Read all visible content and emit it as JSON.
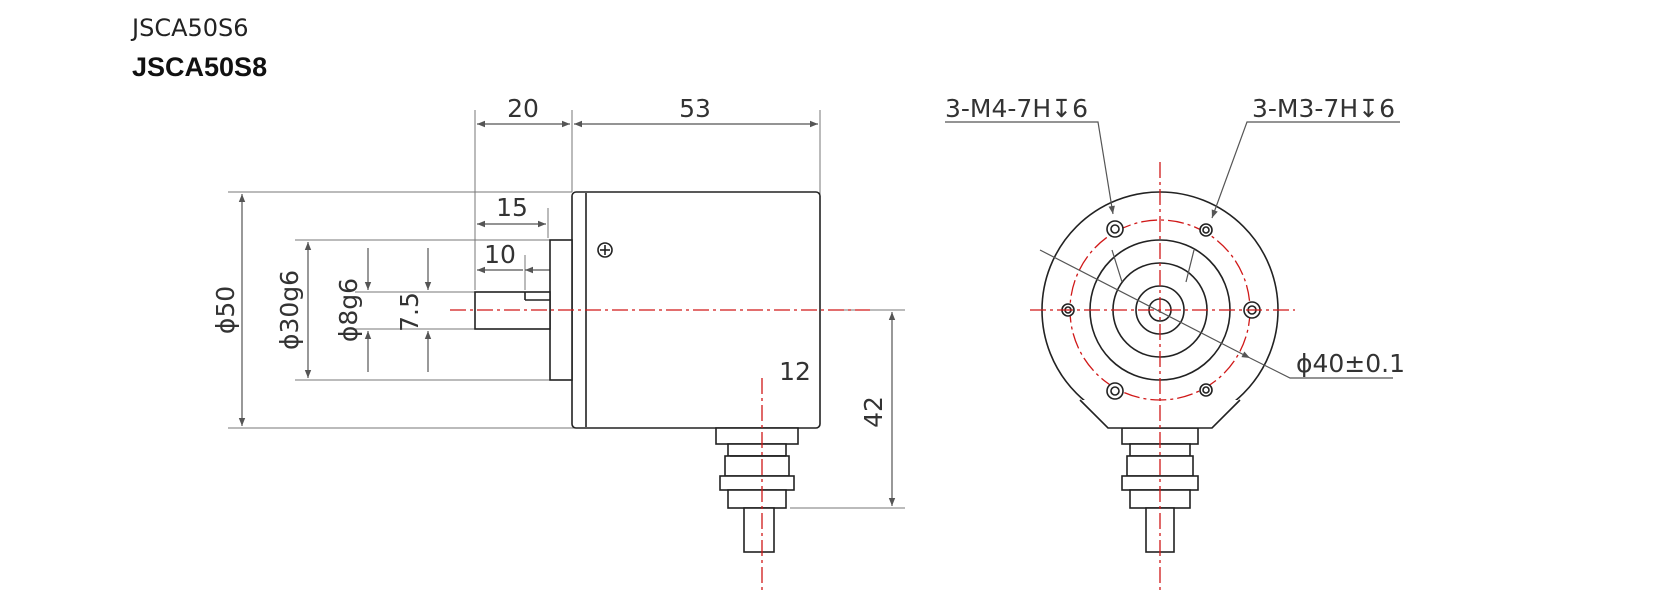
{
  "titles": {
    "model_1": "JSCA50S6",
    "model_2": "JSCA50S8"
  },
  "side_view": {
    "dim_shaft_length": "20",
    "dim_body_length": "53",
    "dim_flange_to_shaft": "15",
    "dim_flat_length": "10",
    "dim_cable_offset": "12",
    "dim_body_diameter": "ϕ50",
    "dim_pilot_diameter": "ϕ30g6",
    "dim_shaft_diameter": "ϕ8g6",
    "dim_flat_depth": "7.5",
    "dim_cable_height": "42"
  },
  "front_view": {
    "label_m4_holes": "3-M4-7H↧6",
    "label_m3_holes": "3-M3-7H↧6",
    "label_bolt_circle": "ϕ40±0.1"
  },
  "colors": {
    "centerline": "#d01818",
    "outline": "#222222",
    "dimension": "#555555"
  }
}
